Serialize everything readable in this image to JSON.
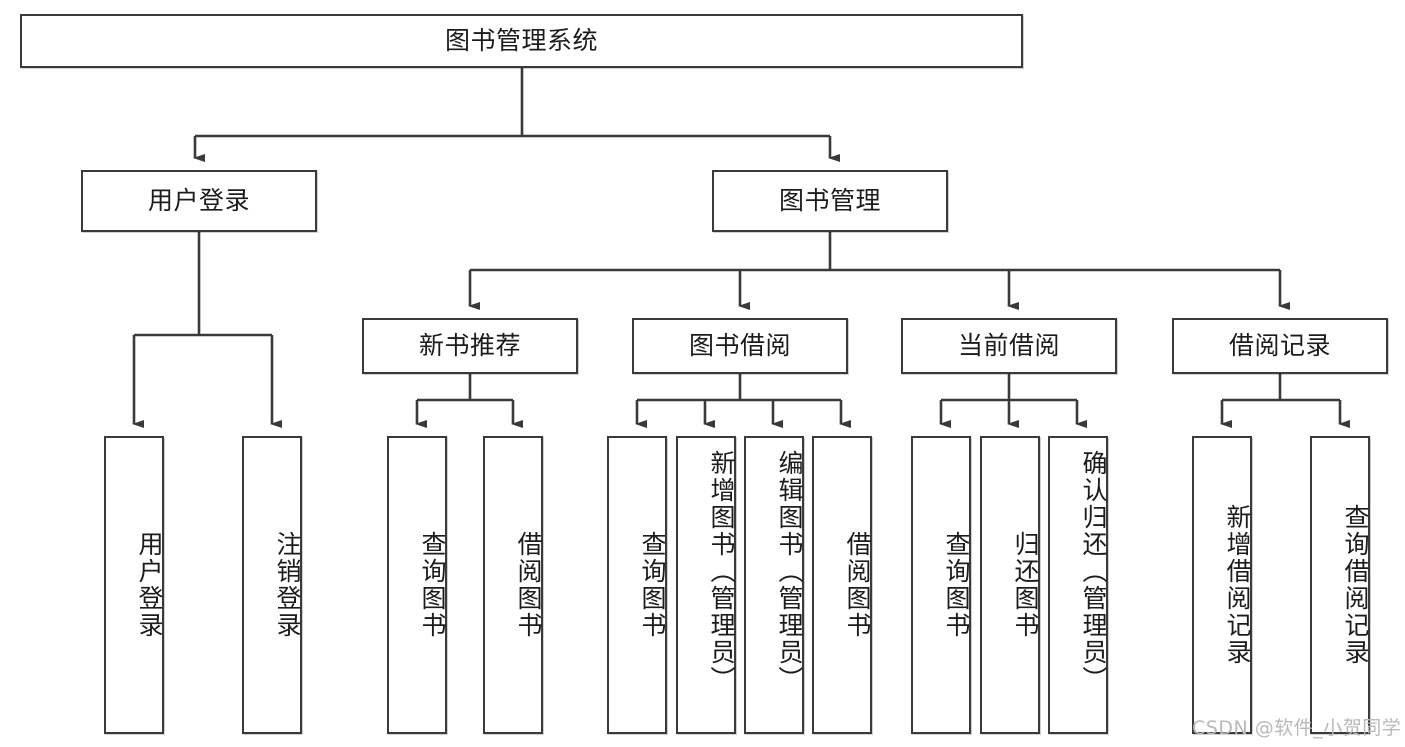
{
  "diagram": {
    "title": "图书管理系统",
    "type": "hierarchy-tree",
    "root": {
      "id": "root",
      "label": "图书管理系统"
    },
    "level1": [
      {
        "id": "user-login",
        "label": "用户登录"
      },
      {
        "id": "book-management",
        "label": "图书管理"
      }
    ],
    "level2": [
      {
        "id": "new-book-recommend",
        "label": "新书推荐",
        "parent": "book-management"
      },
      {
        "id": "book-borrow",
        "label": "图书借阅",
        "parent": "book-management"
      },
      {
        "id": "current-borrow",
        "label": "当前借阅",
        "parent": "book-management"
      },
      {
        "id": "borrow-record",
        "label": "借阅记录",
        "parent": "book-management"
      }
    ],
    "leaves": {
      "user-login": [
        {
          "id": "leaf-user-login",
          "label": "用户登录"
        },
        {
          "id": "leaf-logout",
          "label": "注销登录"
        }
      ],
      "new-book-recommend": [
        {
          "id": "leaf-query-book-1",
          "label": "查询图书"
        },
        {
          "id": "leaf-borrow-book-1",
          "label": "借阅图书"
        }
      ],
      "book-borrow": [
        {
          "id": "leaf-query-book-2",
          "label": "查询图书"
        },
        {
          "id": "leaf-add-book",
          "label": "新增图书（管理员）"
        },
        {
          "id": "leaf-edit-book",
          "label": "编辑图书（管理员）"
        },
        {
          "id": "leaf-borrow-book-2",
          "label": "借阅图书"
        }
      ],
      "current-borrow": [
        {
          "id": "leaf-query-book-3",
          "label": "查询图书"
        },
        {
          "id": "leaf-return-book",
          "label": "归还图书"
        },
        {
          "id": "leaf-confirm-return",
          "label": "确认归还（管理员）"
        }
      ],
      "borrow-record": [
        {
          "id": "leaf-add-record",
          "label": "新增借阅记录"
        },
        {
          "id": "leaf-query-record",
          "label": "查询借阅记录"
        }
      ]
    },
    "colors": {
      "border": "#3a3a3a",
      "background": "#ffffff",
      "text": "#1c1c1c",
      "edge": "#3a3a3a",
      "watermark": "#b9b9b9"
    }
  },
  "watermark": {
    "text": "CSDN @软件_小贺同学"
  }
}
